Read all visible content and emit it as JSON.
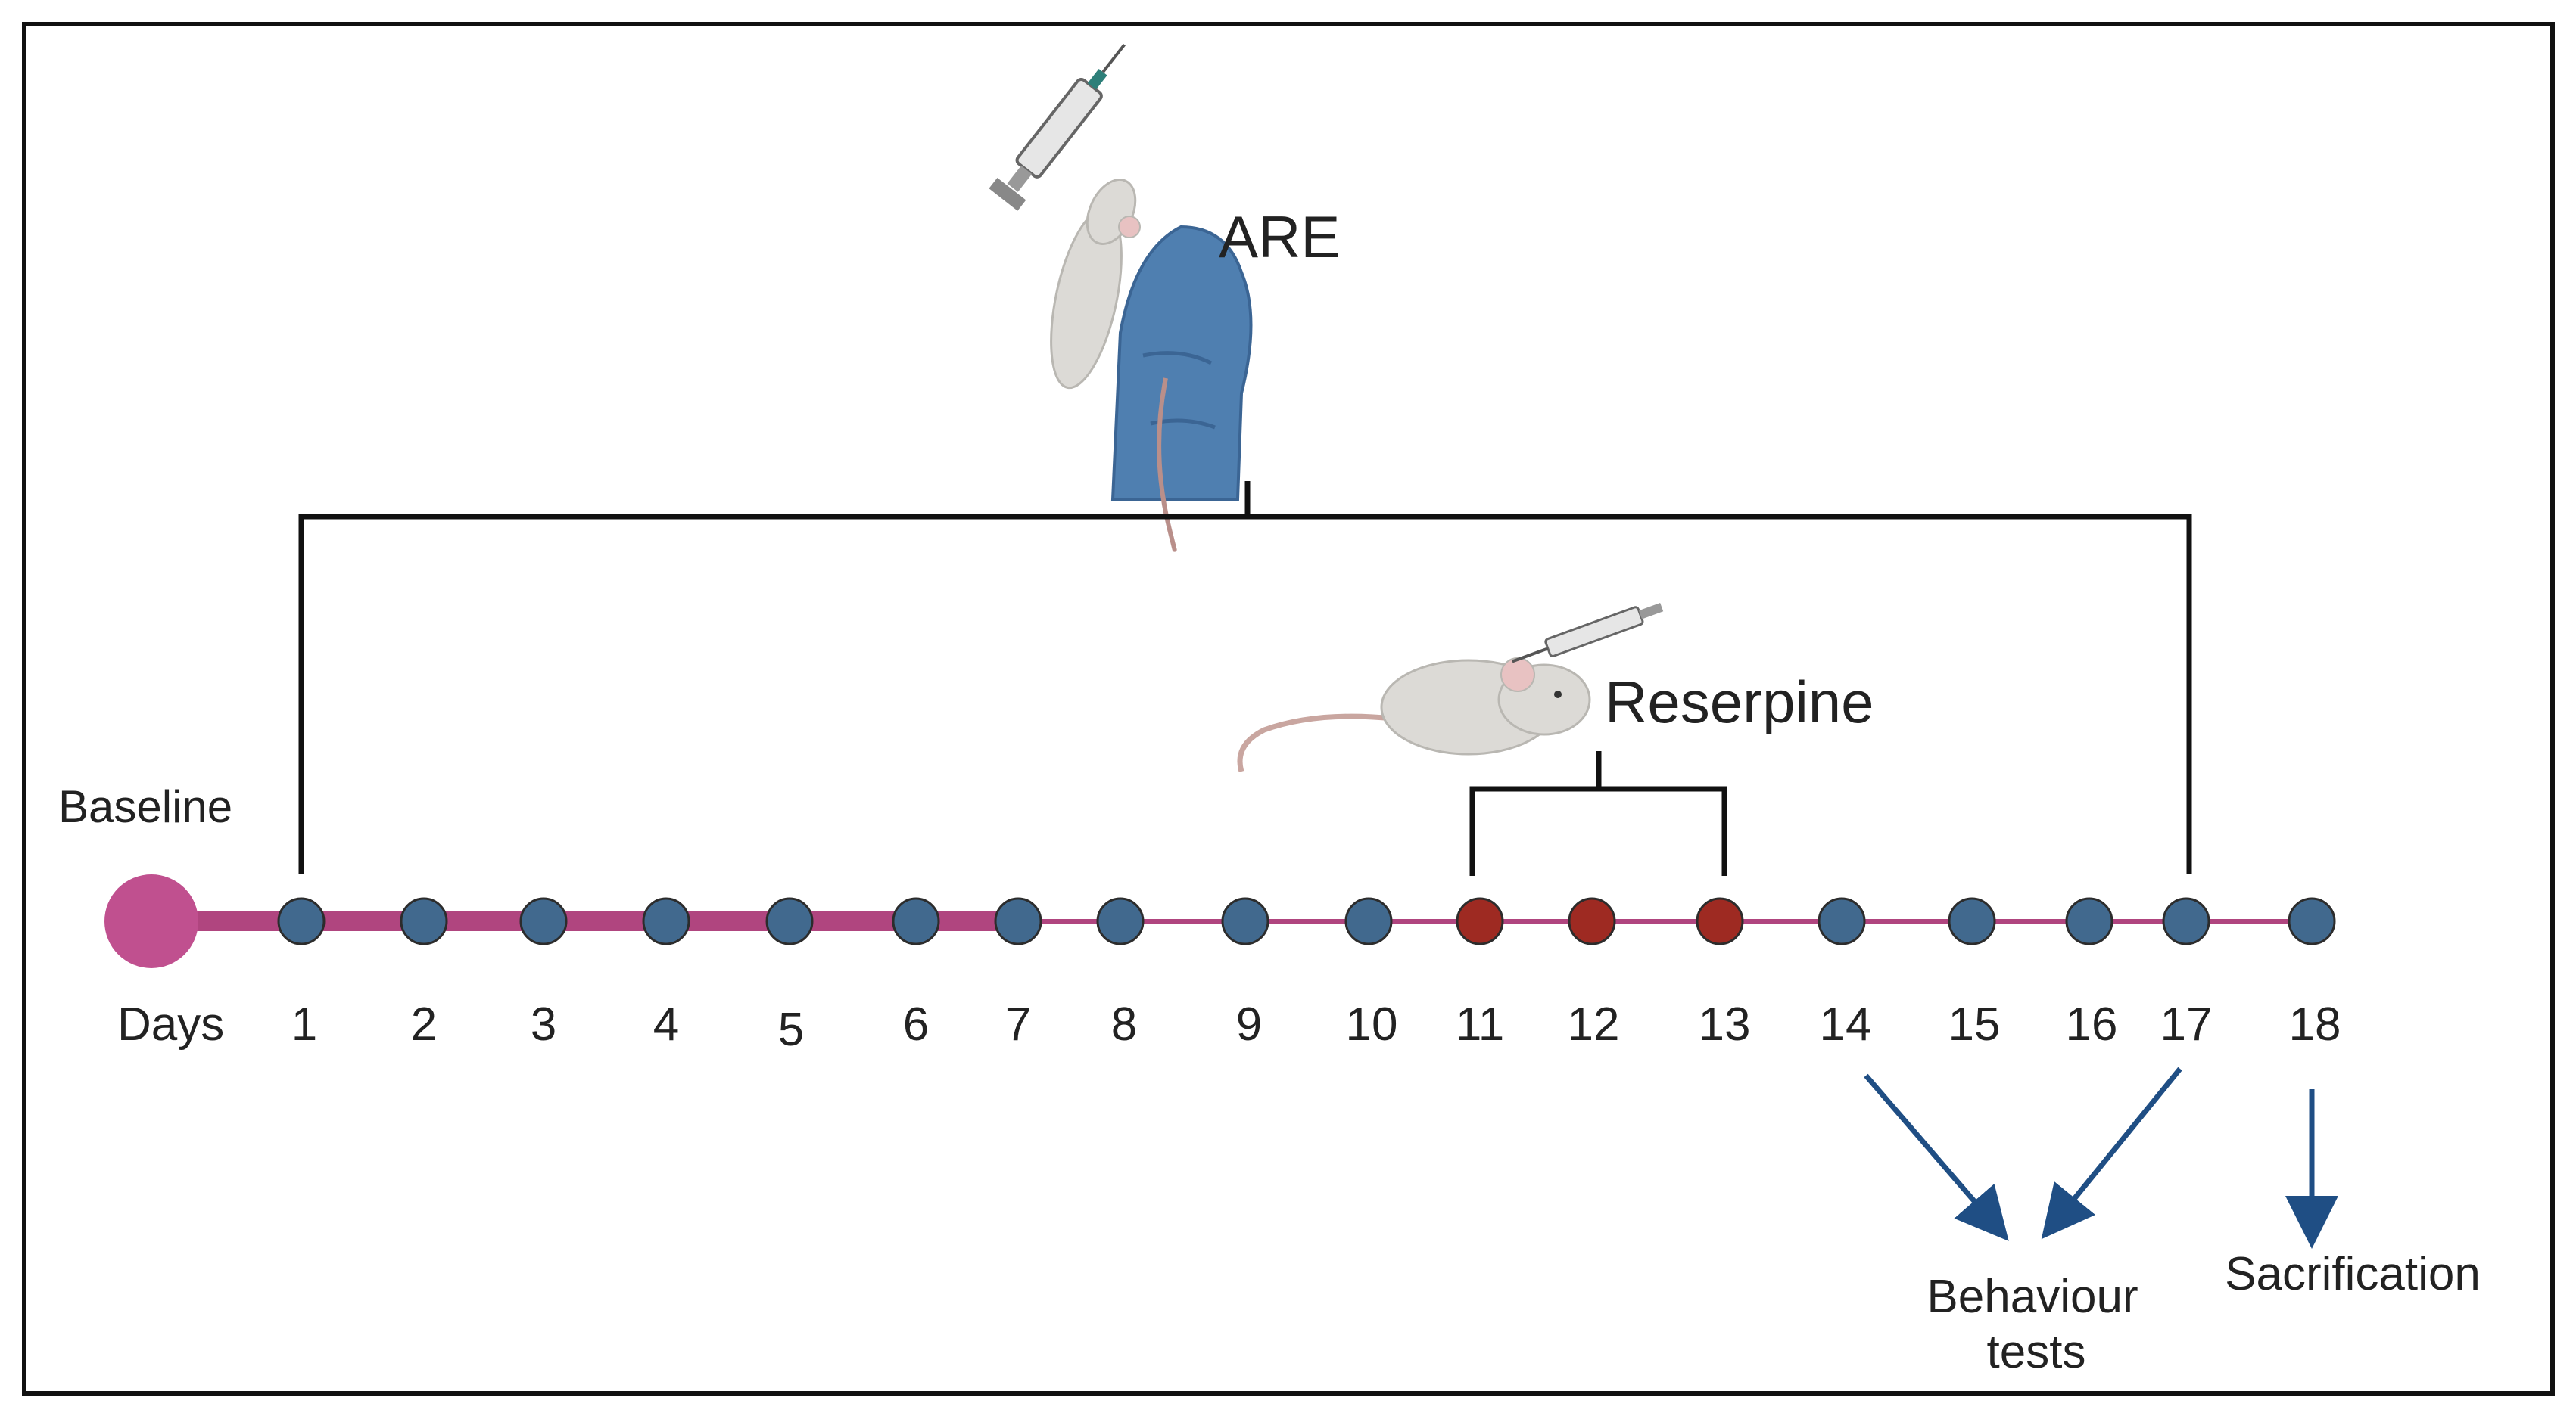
{
  "labels": {
    "are": "ARE",
    "reserpine": "Reserpine",
    "baseline": "Baseline",
    "days": "Days",
    "behaviour_line1": "Behaviour",
    "behaviour_line2": "tests",
    "sacrification": "Sacrification"
  },
  "days": [
    {
      "label": "1",
      "treatment": "ARE"
    },
    {
      "label": "2",
      "treatment": "ARE"
    },
    {
      "label": "3",
      "treatment": "ARE"
    },
    {
      "label": "4",
      "treatment": "ARE"
    },
    {
      "label": "5",
      "treatment": "ARE"
    },
    {
      "label": "6",
      "treatment": "ARE"
    },
    {
      "label": "7",
      "treatment": "ARE"
    },
    {
      "label": "8",
      "treatment": "ARE"
    },
    {
      "label": "9",
      "treatment": "ARE"
    },
    {
      "label": "10",
      "treatment": "ARE"
    },
    {
      "label": "11",
      "treatment": "ARE + Reserpine"
    },
    {
      "label": "12",
      "treatment": "ARE + Reserpine"
    },
    {
      "label": "13",
      "treatment": "ARE + Reserpine"
    },
    {
      "label": "14",
      "treatment": "ARE"
    },
    {
      "label": "15",
      "treatment": "ARE"
    },
    {
      "label": "16",
      "treatment": "ARE"
    },
    {
      "label": "17",
      "treatment": "ARE"
    },
    {
      "label": "18",
      "treatment": "none"
    }
  ],
  "colors": {
    "timeline": "#b0457f",
    "baseline_dot": "#c0508f",
    "day_dot": "#41698e",
    "reserpine_dot": "#9e2a22",
    "arrow": "#1f4e84",
    "bracket": "#111111",
    "glove": "#4f7fb0",
    "mouse": "#dcdad6"
  }
}
